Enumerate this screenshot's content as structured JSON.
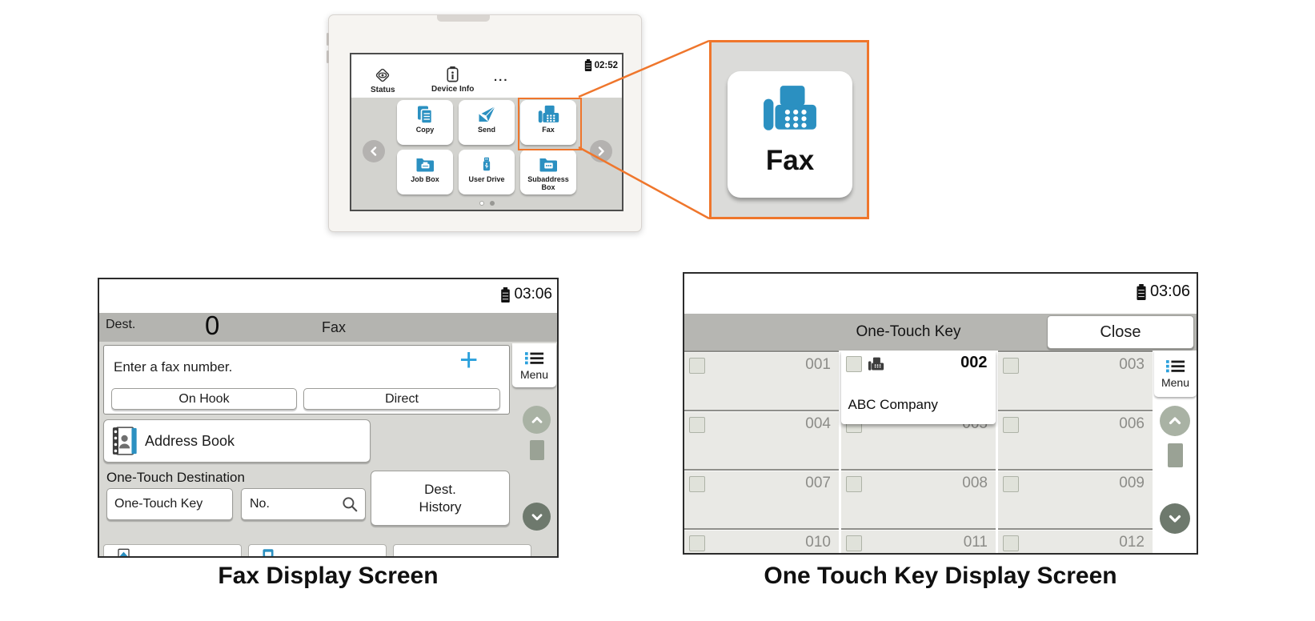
{
  "colors": {
    "accent_orange": "#ef762c",
    "icon_blue": "#2b90c1",
    "plus_blue": "#2aa0dc"
  },
  "home_screen": {
    "time": "02:52",
    "status_label": "Status",
    "device_info_label": "Device Info",
    "more_label": "...",
    "tiles": [
      {
        "label": "Copy"
      },
      {
        "label": "Send"
      },
      {
        "label": "Fax"
      },
      {
        "label": "Job Box"
      },
      {
        "label": "User Drive"
      },
      {
        "label": "Subaddress Box"
      }
    ]
  },
  "callout": {
    "label": "Fax"
  },
  "fax_screen": {
    "time": "03:06",
    "dest_label": "Dest.",
    "dest_count": "0",
    "title": "Fax",
    "prompt": "Enter a fax number.",
    "plus_label": "+",
    "on_hook_label": "On Hook",
    "direct_label": "Direct",
    "menu_label": "Menu",
    "address_book_label": "Address Book",
    "one_touch_destination_label": "One-Touch Destination",
    "one_touch_key_label": "One-Touch Key",
    "no_label": "No.",
    "dest_history_line1": "Dest.",
    "dest_history_line2": "History",
    "caption": "Fax Display Screen"
  },
  "one_touch_screen": {
    "time": "03:06",
    "title": "One-Touch Key",
    "close_label": "Close",
    "menu_label": "Menu",
    "registered_key": {
      "number": "002",
      "name": "ABC Company"
    },
    "keys": [
      {
        "number": "001"
      },
      {
        "number": "002"
      },
      {
        "number": "003"
      },
      {
        "number": "004"
      },
      {
        "number": "005"
      },
      {
        "number": "006"
      },
      {
        "number": "007"
      },
      {
        "number": "008"
      },
      {
        "number": "009"
      },
      {
        "number": "010"
      },
      {
        "number": "011"
      },
      {
        "number": "012"
      }
    ],
    "caption": "One Touch Key Display Screen"
  }
}
